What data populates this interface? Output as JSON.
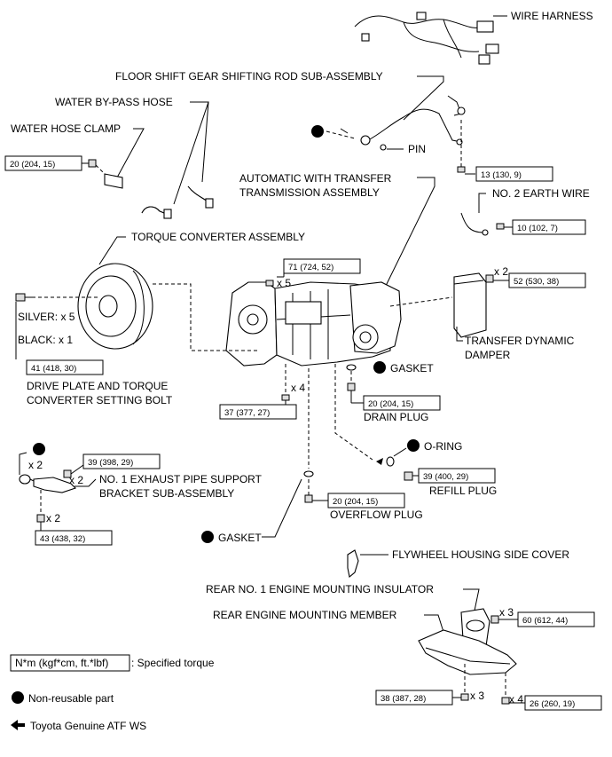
{
  "labels": {
    "wire_harness": "WIRE HARNESS",
    "floor_shift_rod": "FLOOR SHIFT GEAR SHIFTING ROD SUB-ASSEMBLY",
    "water_bypass_hose": "WATER BY-PASS HOSE",
    "water_hose_clamp": "WATER HOSE CLAMP",
    "pin": "PIN",
    "auto_trans_line1": "AUTOMATIC WITH TRANSFER",
    "auto_trans_line2": "TRANSMISSION ASSEMBLY",
    "no2_earth_wire": "NO. 2 EARTH WIRE",
    "torque_converter": "TORQUE CONVERTER ASSEMBLY",
    "silver": "SILVER: x 5",
    "black": "BLACK: x 1",
    "drive_plate_line1": "DRIVE PLATE AND TORQUE",
    "drive_plate_line2": "CONVERTER SETTING BOLT",
    "transfer_damper_line1": "TRANSFER DYNAMIC",
    "transfer_damper_line2": "DAMPER",
    "gasket_drain": "GASKET",
    "drain_plug": "DRAIN PLUG",
    "o_ring": "O-RING",
    "refill_plug": "REFILL PLUG",
    "exhaust_bracket_line1": "NO. 1 EXHAUST PIPE SUPPORT",
    "exhaust_bracket_line2": "BRACKET SUB-ASSEMBLY",
    "overflow_plug": "OVERFLOW PLUG",
    "gasket_overflow": "GASKET",
    "flywheel_cover": "FLYWHEEL HOUSING SIDE COVER",
    "rear_insulator": "REAR NO. 1 ENGINE MOUNTING INSULATOR",
    "rear_member": "REAR ENGINE MOUNTING MEMBER"
  },
  "torques": {
    "clamp": "20 (204, 15)",
    "rod_nut": "13 (130, 9)",
    "earth_wire": "10 (102, 7)",
    "trans_bolt": "71 (724, 52)",
    "damper_bolt": "52 (530, 38)",
    "setting_bolt": "41 (418, 30)",
    "lower_bolt": "37 (377, 27)",
    "drain": "20 (204, 15)",
    "bracket_nut": "39 (398, 29)",
    "refill": "39 (400, 29)",
    "overflow": "20 (204, 15)",
    "bracket_bolt": "43 (438, 32)",
    "insulator_bolt": "60 (612, 44)",
    "member_left": "38 (387, 28)",
    "member_right": "26 (260, 19)"
  },
  "counts": {
    "trans_bolt": "x 5",
    "damper_bolt": "x 2",
    "lower_bolt": "x 4",
    "bracket_nut_top": "x 2",
    "bracket_nut": "x 2",
    "bracket_bolt": "x 2",
    "insulator_bolt": "x 3",
    "member_left": "x 3",
    "member_right": "x 4"
  },
  "legend": {
    "torque_box": "N*m (kgf*cm, ft.*lbf)",
    "torque_desc": ": Specified torque",
    "non_reusable": "Non-reusable part",
    "atf": "Toyota Genuine ATF WS"
  }
}
